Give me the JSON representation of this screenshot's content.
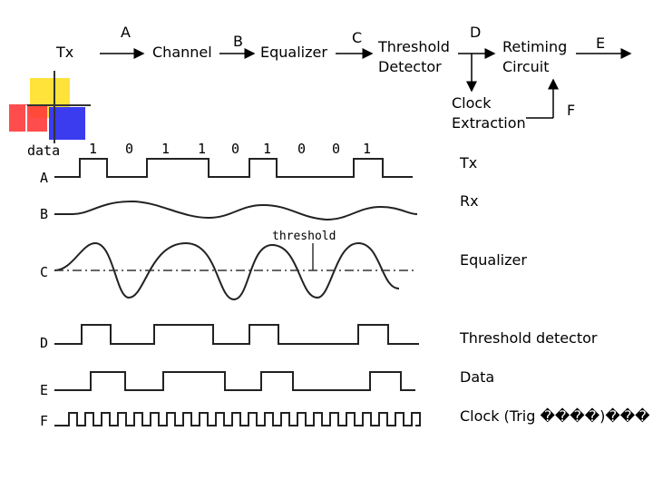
{
  "blocks": {
    "tx": "Tx",
    "channel": "Channel",
    "equalizer": "Equalizer",
    "threshold_l1": "Threshold",
    "threshold_l2": "Detector",
    "retiming_l1": "Retiming",
    "retiming_l2": "Circuit",
    "clock_l1": "Clock",
    "clock_l2": "Extraction"
  },
  "nodes": {
    "a": "A",
    "b": "B",
    "c": "C",
    "d": "D",
    "e": "E",
    "f": "F"
  },
  "waveform": {
    "data_label": "data",
    "bits": [
      "1",
      "0",
      "1",
      "1",
      "0",
      "1",
      "0",
      "0",
      "1"
    ],
    "threshold_label": "threshold",
    "row_labels": [
      "A",
      "B",
      "C",
      "D",
      "E",
      "F"
    ]
  },
  "legend": {
    "tx": "Tx",
    "rx": "Rx",
    "equalizer": "Equalizer",
    "threshold_detector": "Threshold detector",
    "data": "Data",
    "clock": "Clock (Trig ����)���"
  }
}
